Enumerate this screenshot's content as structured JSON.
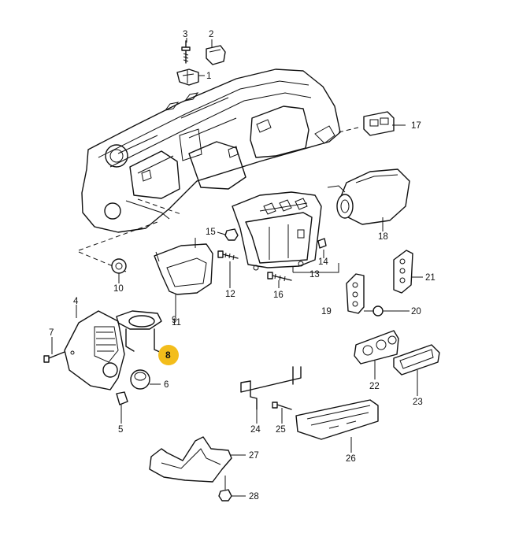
{
  "diagram": {
    "highlight_color": "#f3bd1b",
    "highlighted_part": "8",
    "callouts": [
      "1",
      "2",
      "3",
      "4",
      "5",
      "6",
      "7",
      "8",
      "9",
      "10",
      "11",
      "12",
      "13",
      "14",
      "15",
      "16",
      "17",
      "18",
      "19",
      "20",
      "21",
      "22",
      "23",
      "24",
      "25",
      "26",
      "27",
      "28"
    ]
  }
}
